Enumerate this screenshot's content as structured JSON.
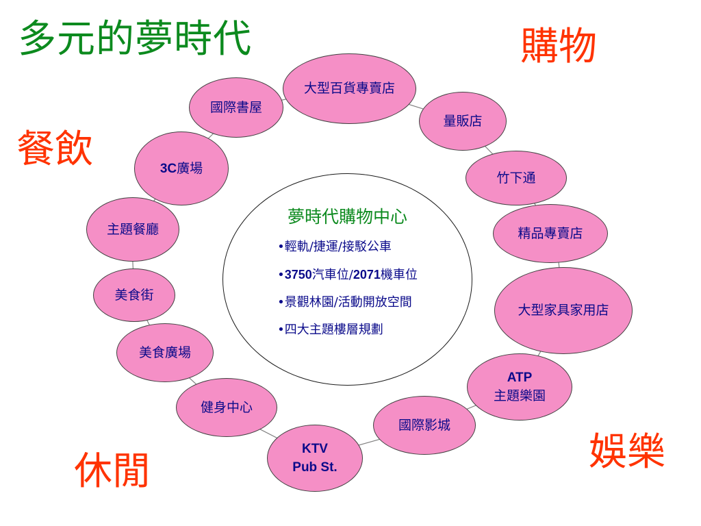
{
  "title": "多元的夢時代",
  "categories": {
    "shopping": "購物",
    "dining": "餐飲",
    "entertainment": "娛樂",
    "leisure": "休閒"
  },
  "center": {
    "title": "夢時代購物中心",
    "features": [
      {
        "bullet": "•",
        "parts": [
          {
            "text": "輕軌/捷運/接駁公車",
            "bold": false
          }
        ]
      },
      {
        "bullet": "•",
        "parts": [
          {
            "text": "3750",
            "bold": true
          },
          {
            "text": "汽車位/",
            "bold": false
          },
          {
            "text": "2071",
            "bold": true
          },
          {
            "text": "機車位",
            "bold": false
          }
        ]
      },
      {
        "bullet": "•",
        "parts": [
          {
            "text": "景觀林園/活動開放空間",
            "bold": false
          }
        ]
      },
      {
        "bullet": "•",
        "parts": [
          {
            "text": "四大主題樓層規劃",
            "bold": false
          }
        ]
      }
    ]
  },
  "ring_nodes": [
    {
      "id": "dept-store",
      "lines": [
        "大型百貨專賣店"
      ],
      "bold": false
    },
    {
      "id": "mass-retail",
      "lines": [
        "量販店"
      ],
      "bold": false
    },
    {
      "id": "takeshita-street",
      "lines": [
        "竹下通"
      ],
      "bold": false
    },
    {
      "id": "boutique",
      "lines": [
        "精品專賣店"
      ],
      "bold": false
    },
    {
      "id": "furniture",
      "lines": [
        "大型家具家用店"
      ],
      "bold": false
    },
    {
      "id": "atp-park",
      "lines": [
        "ATP",
        "主題樂園"
      ],
      "bold": [
        true,
        false
      ]
    },
    {
      "id": "cinema",
      "lines": [
        "國際影城"
      ],
      "bold": false
    },
    {
      "id": "ktv-pub",
      "lines": [
        "KTV",
        "Pub St."
      ],
      "bold": [
        true,
        true
      ]
    },
    {
      "id": "fitness",
      "lines": [
        "健身中心"
      ],
      "bold": false
    },
    {
      "id": "food-plaza",
      "lines": [
        "美食廣場"
      ],
      "bold": false
    },
    {
      "id": "food-street",
      "lines": [
        "美食街"
      ],
      "bold": false
    },
    {
      "id": "theme-restaurant",
      "lines": [
        "主題餐廳"
      ],
      "bold": false
    },
    {
      "id": "3c-plaza",
      "lines": [
        "3C廣場"
      ],
      "bold": [
        true
      ]
    },
    {
      "id": "bookstore",
      "lines": [
        "國際書屋"
      ],
      "bold": false
    }
  ],
  "colors": {
    "title": "#0c8a1e",
    "category": "#ff3300",
    "node_fill": "#f58fc6",
    "node_text": "#0a0a8a",
    "center_title": "#0c8a1e"
  }
}
